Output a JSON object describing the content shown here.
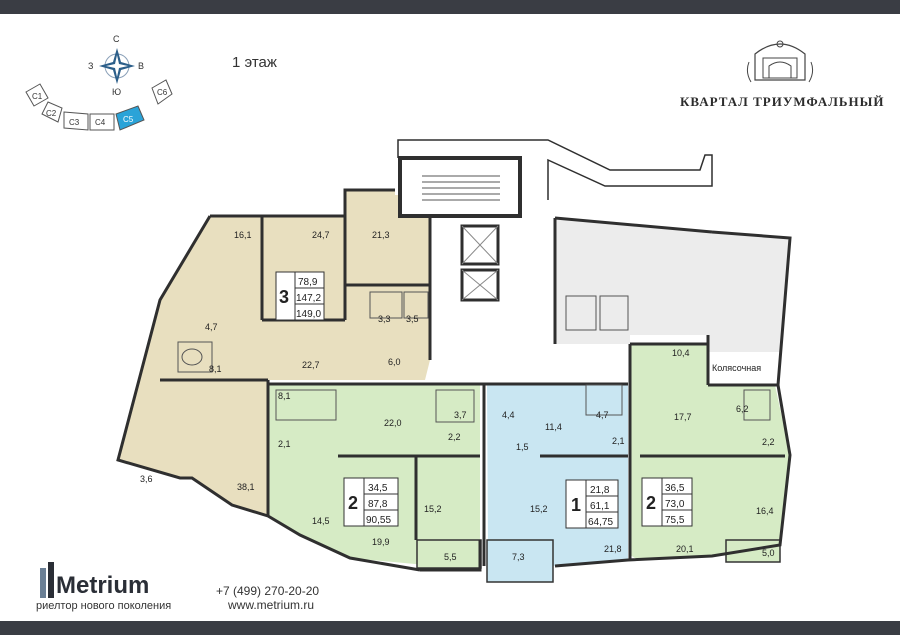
{
  "header": {
    "floor_title": "1 этаж",
    "project_name": "КВАРТАЛ ТРИУМФАЛЬНЫЙ"
  },
  "compass": {
    "north": "С",
    "south": "Ю",
    "west": "З",
    "east": "В"
  },
  "sections": [
    {
      "label": "С1",
      "active": false
    },
    {
      "label": "С2",
      "active": false
    },
    {
      "label": "С3",
      "active": false
    },
    {
      "label": "С4",
      "active": false
    },
    {
      "label": "С5",
      "active": true
    },
    {
      "label": "С6",
      "active": false
    }
  ],
  "apartments": [
    {
      "rooms": "3",
      "areas": [
        "78,9",
        "147,2",
        "149,0"
      ]
    },
    {
      "rooms": "2",
      "areas": [
        "34,5",
        "87,8",
        "90,55"
      ]
    },
    {
      "rooms": "1",
      "areas": [
        "21,8",
        "61,1",
        "64,75"
      ]
    },
    {
      "rooms": "2",
      "areas": [
        "36,5",
        "73,0",
        "75,5"
      ]
    }
  ],
  "room_areas": {
    "r16_1": "16,1",
    "r24_7": "24,7",
    "r21_3": "21,3",
    "r3_3": "3,3",
    "r3_5": "3,5",
    "r4_7a": "4,7",
    "r8_1a": "8,1",
    "r22_7": "22,7",
    "r6_0": "6,0",
    "r3_6": "3,6",
    "r38_1": "38,1",
    "r8_1b": "8,1",
    "r2_1a": "2,1",
    "r22_0": "22,0",
    "r3_7": "3,7",
    "r2_2a": "2,2",
    "r14_5": "14,5",
    "r15_2a": "15,2",
    "r19_9": "19,9",
    "r5_5": "5,5",
    "r4_4": "4,4",
    "r11_4": "11,4",
    "r4_7b": "4,7",
    "r1_5": "1,5",
    "r2_1b": "2,1",
    "r15_2b": "15,2",
    "r21_8": "21,8",
    "r7_3": "7,3",
    "r10_4": "10,4",
    "r17_7": "17,7",
    "r6_2": "6,2",
    "r2_2b": "2,2",
    "r16_4": "16,4",
    "r20_1": "20,1",
    "r5_0": "5,0"
  },
  "stroller_room": "Колясочная",
  "footer": {
    "brand": "Metrium",
    "tagline": "риелтор нового поколения",
    "phone": "+7 (499) 270-20-20",
    "website": "www.metrium.ru"
  },
  "colors": {
    "three_room": "#e8dfbf",
    "two_room": "#d6ebc5",
    "one_room": "#c9e6f2",
    "commercial": "#ececec",
    "walls": "#2f2f2f",
    "band": "#3a3d44",
    "active_section": "#2aa3d8"
  }
}
